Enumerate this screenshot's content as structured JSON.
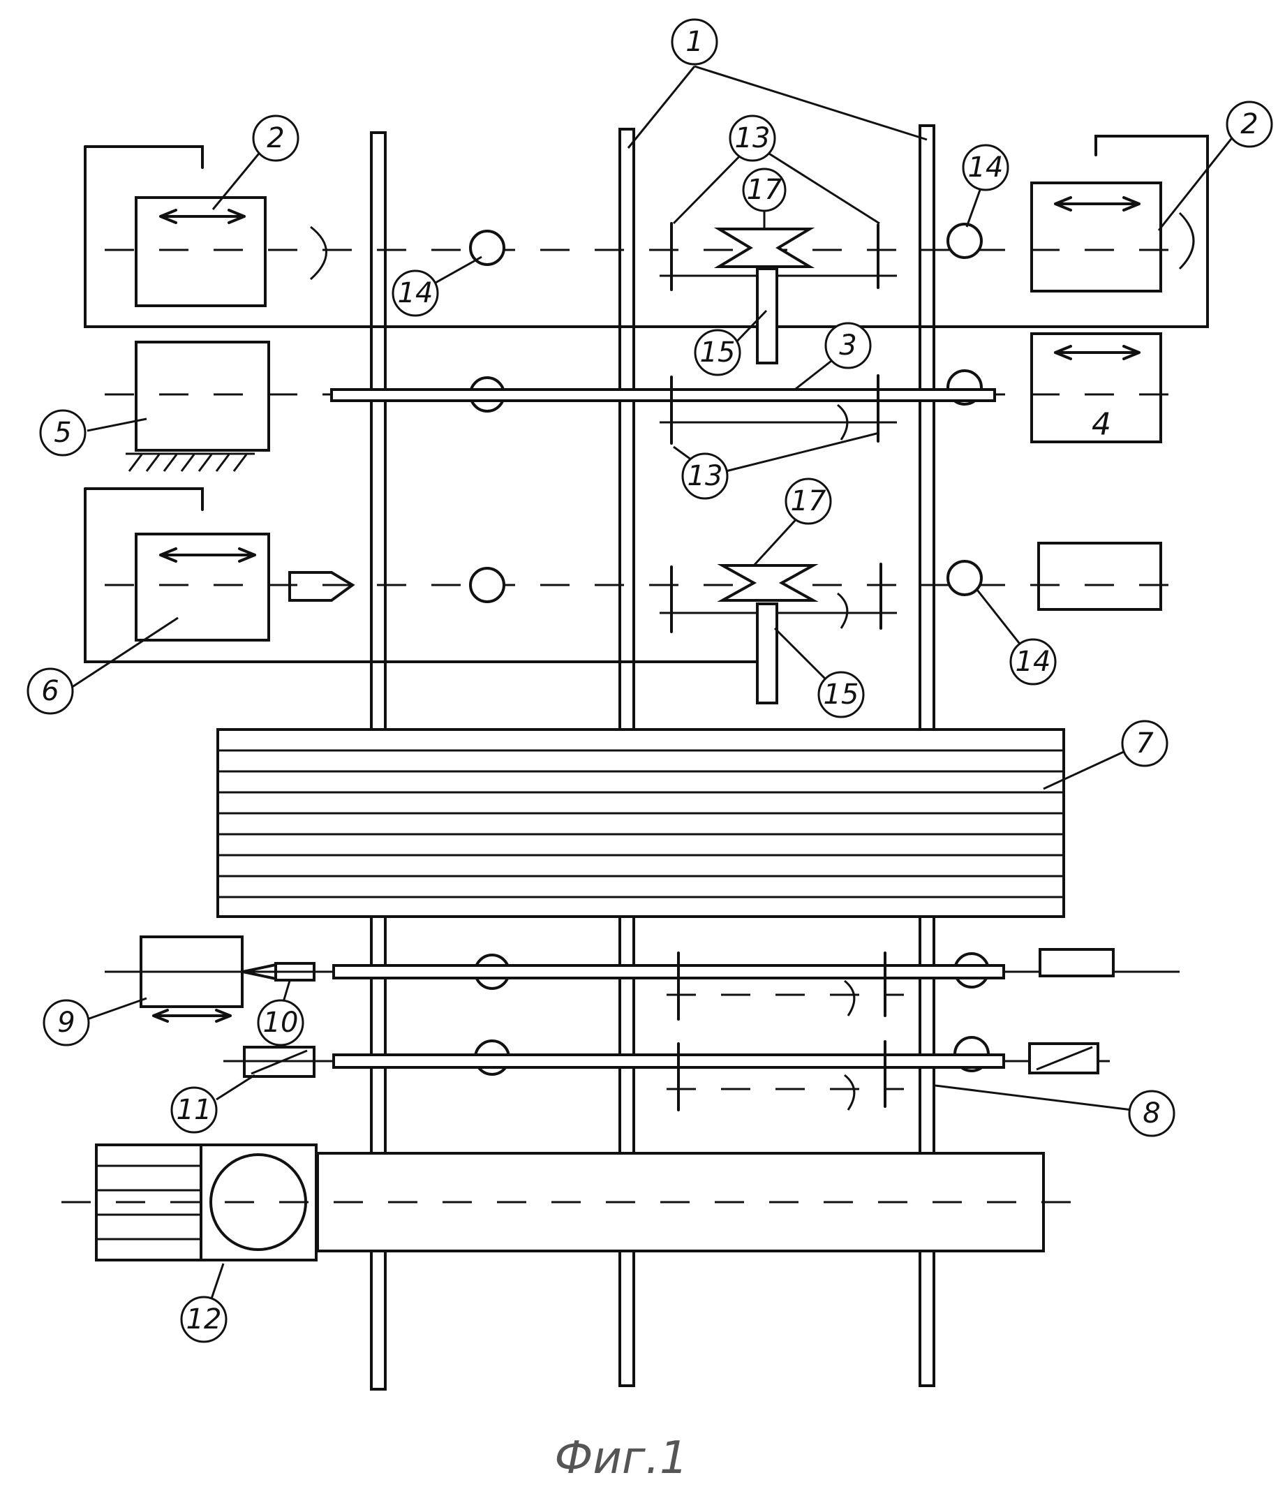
{
  "figure": {
    "caption": "Фиг.1",
    "labels": {
      "l1": "1",
      "l2a": "2",
      "l2b": "2",
      "l3": "3",
      "l4": "4",
      "l5": "5",
      "l6": "6",
      "l7": "7",
      "l8": "8",
      "l9": "9",
      "l10": "10",
      "l11": "11",
      "l12": "12",
      "l13a": "13",
      "l13b": "13",
      "l14a": "14",
      "l14b": "14",
      "l14c": "14",
      "l15a": "15",
      "l15b": "15",
      "l17a": "17",
      "l17b": "17"
    }
  }
}
